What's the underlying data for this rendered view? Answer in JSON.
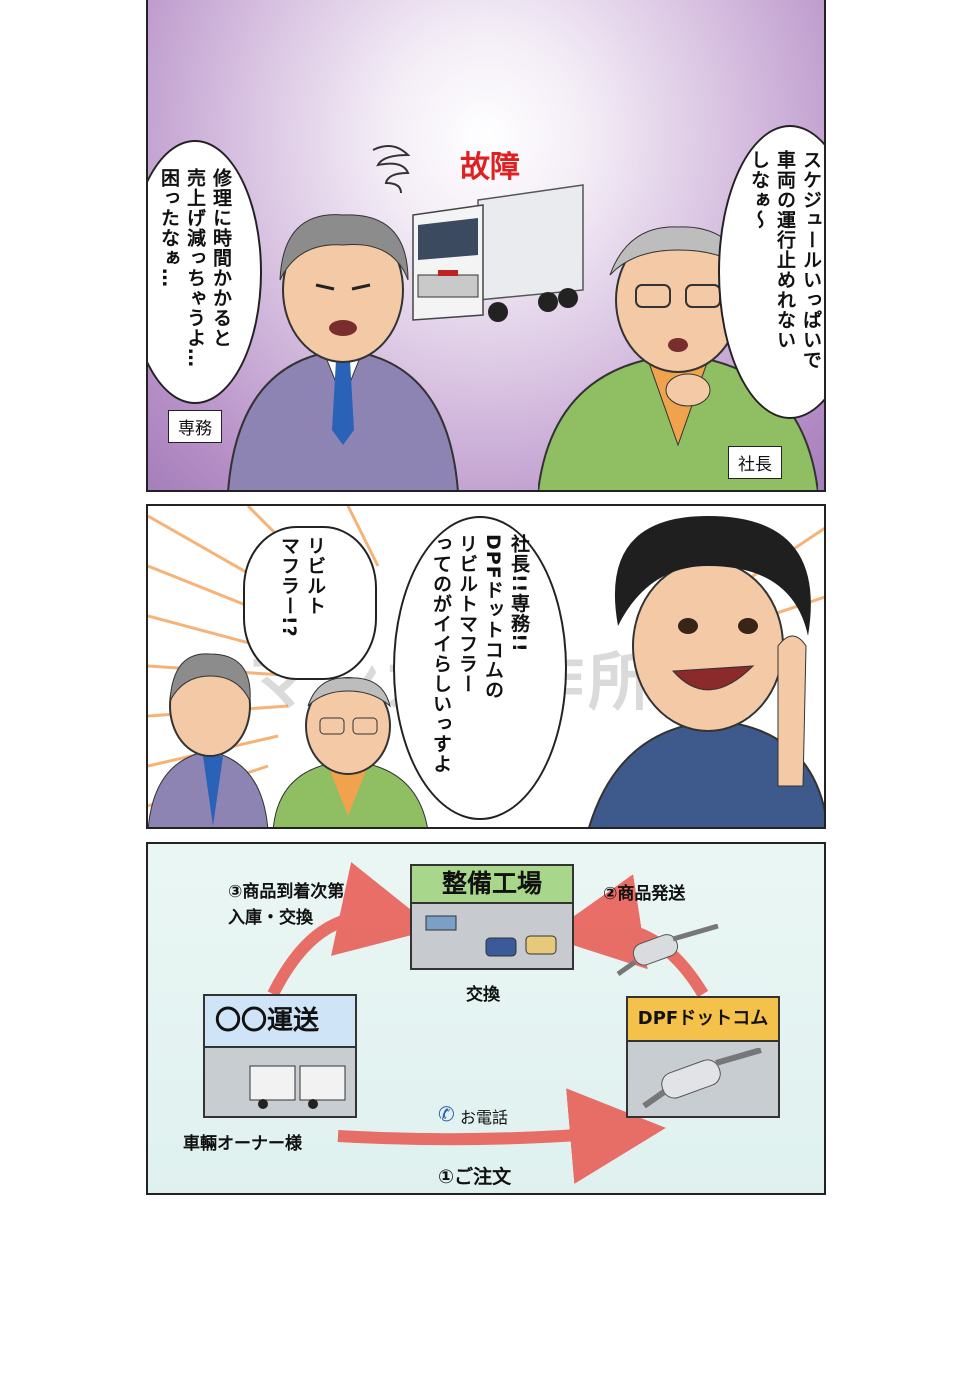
{
  "panel1": {
    "breakdown": "故障",
    "bubble_left": [
      "修理に時間かかると",
      "売上げ減っちゃうよ…",
      "困ったなぁ…"
    ],
    "bubble_right": [
      "スケジュールいっぱいで",
      "車両の運行止めれない",
      "しなぁ〜"
    ],
    "tag_left": "専務",
    "tag_right": "社長"
  },
  "panel2": {
    "bubble_left": [
      "リビルト",
      "マフラー!?"
    ],
    "bubble_right": [
      "社長!!専務!!",
      "DPFドットコムの",
      "リビルトマフラー",
      "ってのがイイらしいっすよ"
    ],
    "watermark": "マンガ製作所"
  },
  "panel3": {
    "workshop_sign": "整備工場",
    "exchange": "交換",
    "step3": [
      "③商品到着次第",
      "入庫・交換"
    ],
    "step2": "②商品発送",
    "transport_sign": "〇〇運送",
    "dpf_sign": "DPFドットコム",
    "owner": "車輛オーナー様",
    "phone": "お電話",
    "step1": "①ご注文"
  },
  "colors": {
    "arrow_red": "#e8574f",
    "accent_red": "#e02020"
  }
}
